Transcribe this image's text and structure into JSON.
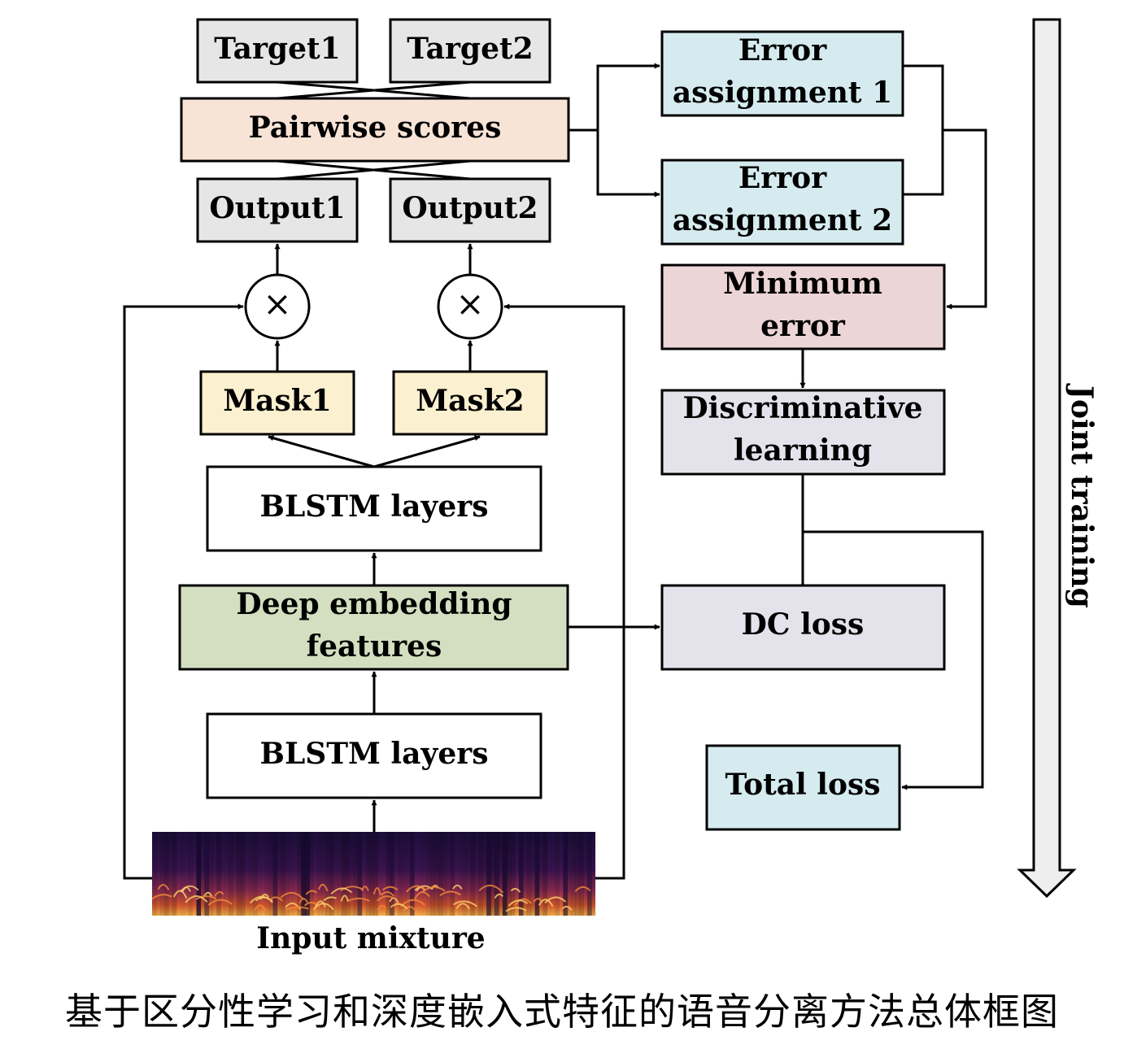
{
  "nodes": {
    "target1": "Target1",
    "target2": "Target2",
    "pairwise": "Pairwise scores",
    "output1": "Output1",
    "output2": "Output2",
    "multiply_symbol": "×",
    "mask1": "Mask1",
    "mask2": "Mask2",
    "blstm_upper": "BLSTM layers",
    "deep_embedding": [
      "Deep embedding",
      "features"
    ],
    "blstm_lower": "BLSTM layers",
    "input_mixture": "Input mixture",
    "error1": [
      "Error",
      "assignment 1"
    ],
    "error2": [
      "Error",
      "assignment 2"
    ],
    "minimum_error": [
      "Minimum",
      "error"
    ],
    "discriminative": [
      "Discriminative",
      "learning"
    ],
    "dc_loss": "DC loss",
    "total_loss": "Total loss",
    "joint_training": "Joint training"
  },
  "caption": "基于区分性学习和深度嵌入式特征的语音分离方法总体框图",
  "colors": {
    "target_output_fill": "#e6e6e6",
    "pairwise_fill": "#f8e4d6",
    "error_fill": "#d5ebef",
    "minimum_error_fill": "#ecd5d6",
    "discriminative_fill": "#e4e3ec",
    "dc_loss_fill": "#e4e3ec",
    "total_loss_fill": "#d5ebef",
    "mask_fill": "#fbf0cf",
    "blstm_fill": "#ffffff",
    "deep_embedding_fill": "#d3dfc0",
    "joint_arrow_fill": "#eeeeee"
  }
}
